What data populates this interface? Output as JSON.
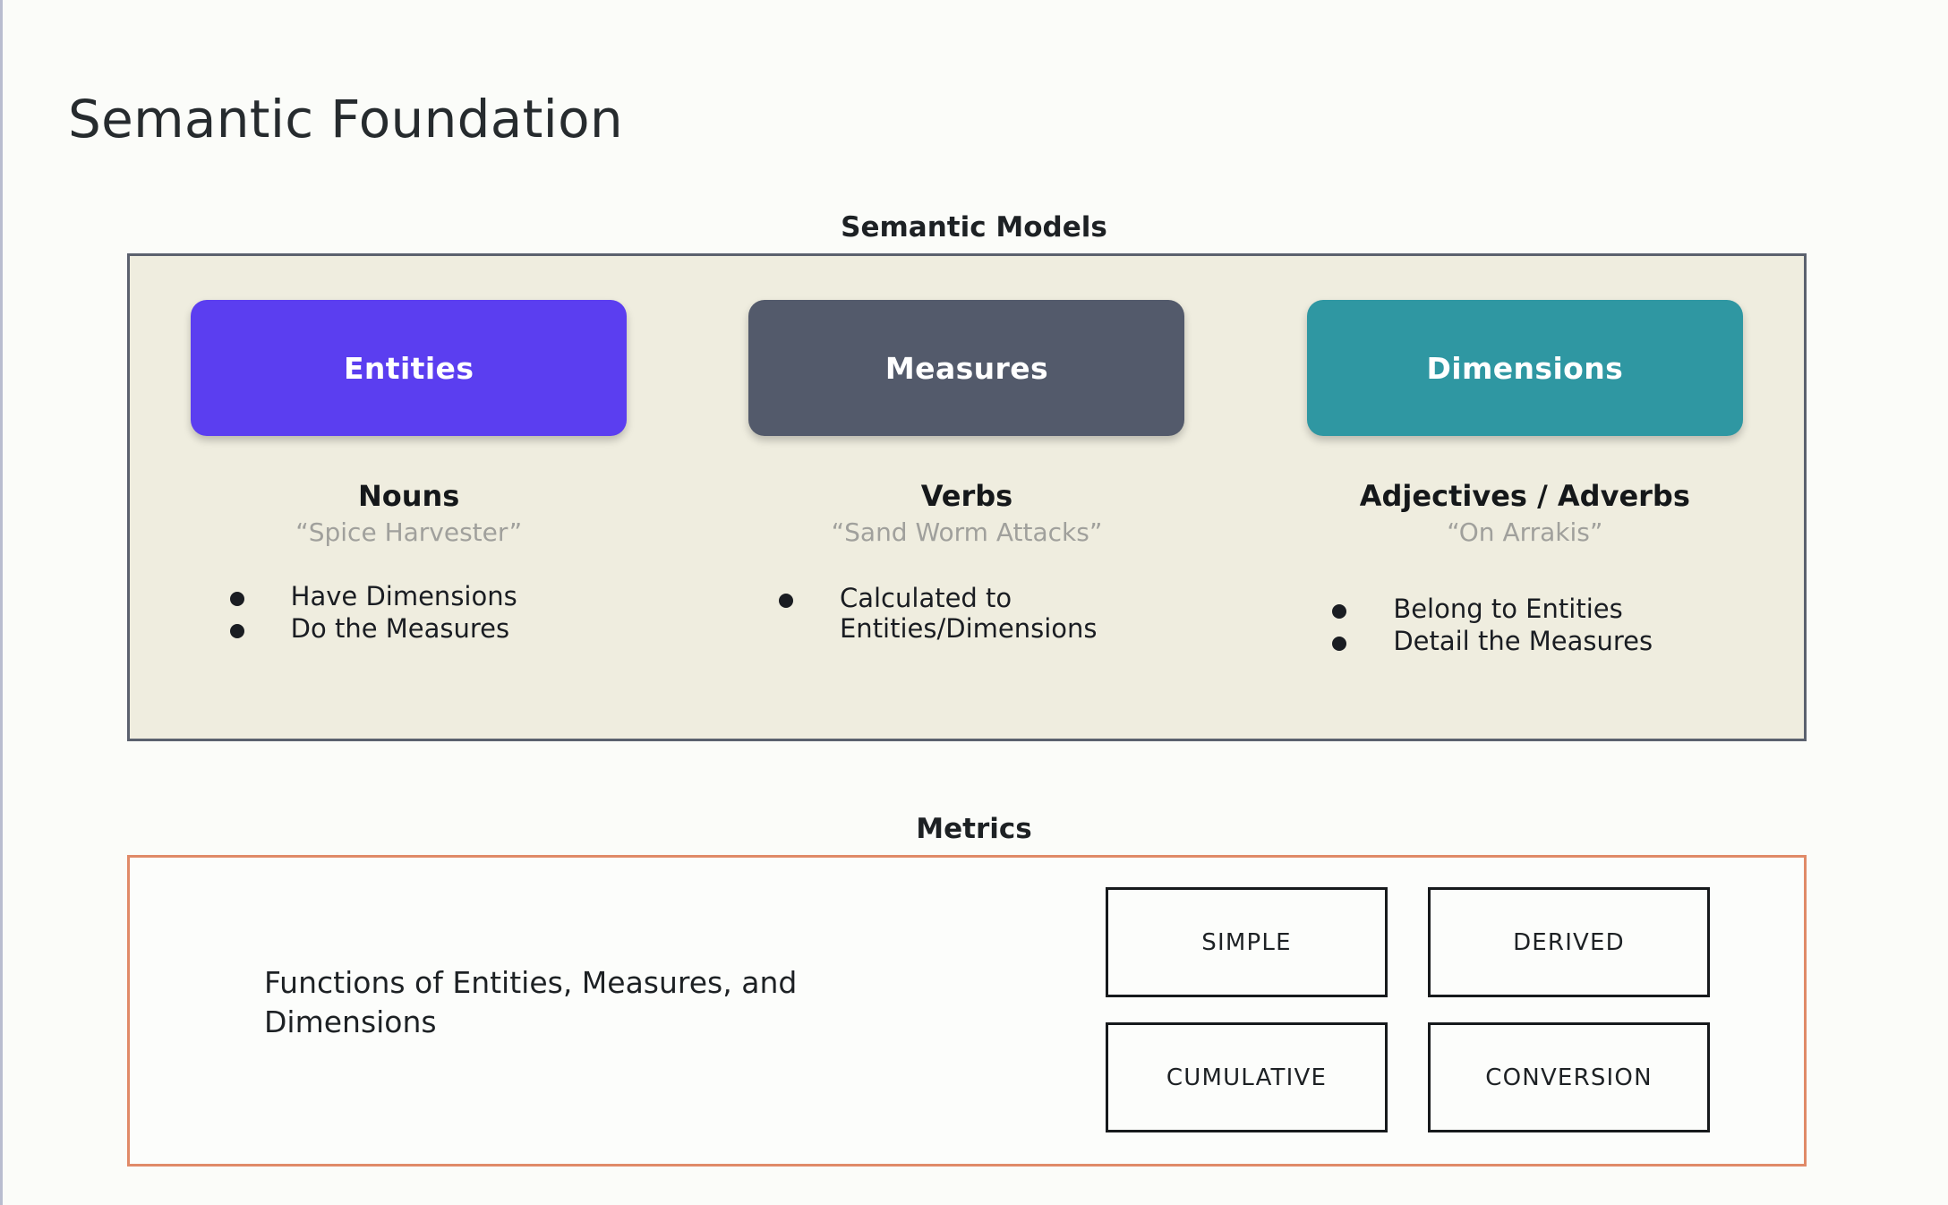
{
  "page": {
    "title": "Semantic Foundation",
    "background_color": "#fbfcf9"
  },
  "semantic_models": {
    "header": "Semantic Models",
    "panel_fill": "#efeddf",
    "panel_border": "#5b616e",
    "columns": [
      {
        "pill_label": "Entities",
        "pill_color": "#5b3ef0",
        "part_of_speech": "Nouns",
        "example": "“Spice Harvester”",
        "bullets": [
          "Have Dimensions",
          "Do the Measures"
        ]
      },
      {
        "pill_label": "Measures",
        "pill_color": "#535a6b",
        "part_of_speech": "Verbs",
        "example": "“Sand Worm Attacks”",
        "bullets": [
          "Calculated to Entities/Dimensions"
        ]
      },
      {
        "pill_label": "Dimensions",
        "pill_color": "#2f97a2",
        "part_of_speech": "Adjectives / Adverbs",
        "example": "“On Arrakis”",
        "bullets": [
          "Belong to Entities",
          "Detail the Measures"
        ]
      }
    ]
  },
  "metrics": {
    "header": "Metrics",
    "panel_border": "#e08a68",
    "description": "Functions of Entities, Measures, and Dimensions",
    "types": [
      "SIMPLE",
      "DERIVED",
      "CUMULATIVE",
      "CONVERSION"
    ]
  }
}
